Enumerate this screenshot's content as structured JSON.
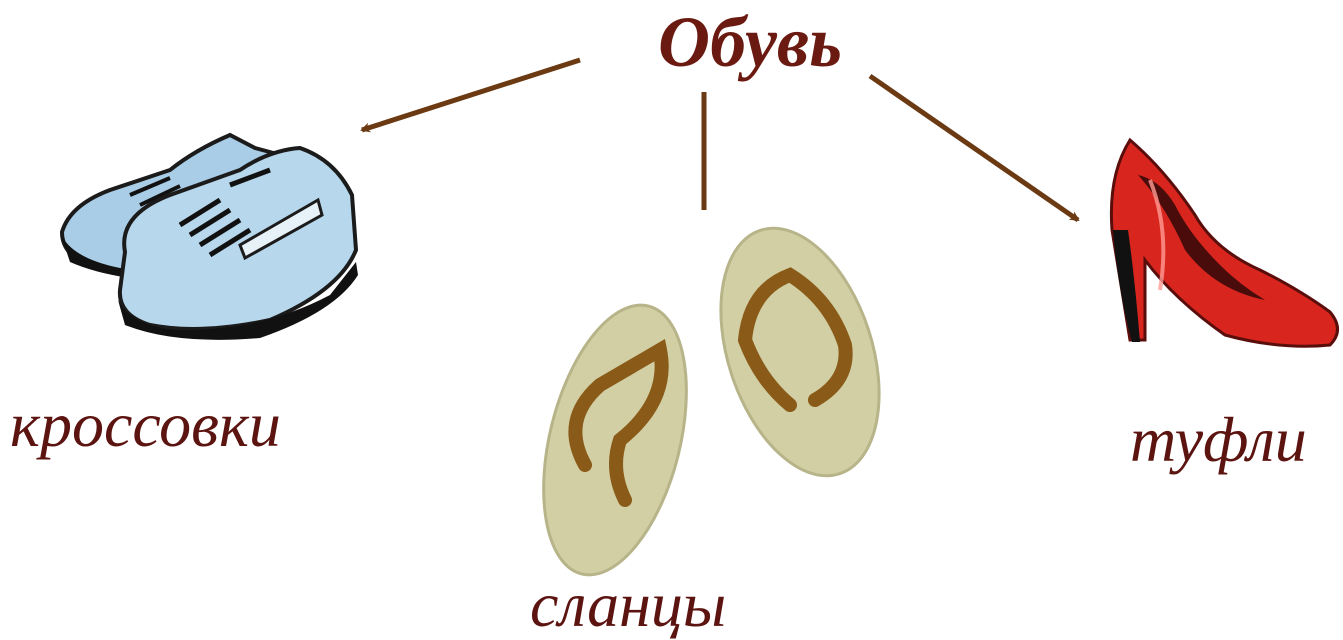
{
  "title": "Обувь",
  "items": [
    {
      "label": "кроссовки",
      "icon": "sneakers-icon"
    },
    {
      "label": "сланцы",
      "icon": "flip-flops-icon"
    },
    {
      "label": "туфли",
      "icon": "high-heel-icon"
    }
  ],
  "colors": {
    "title": "#6b1a12",
    "label": "#5c1410",
    "arrow": "#6b3a12",
    "sneaker": "#a9cde6",
    "flipflop_sole": "#d2cfa4",
    "flipflop_strap": "#8a5a18",
    "heel": "#d8261f"
  }
}
